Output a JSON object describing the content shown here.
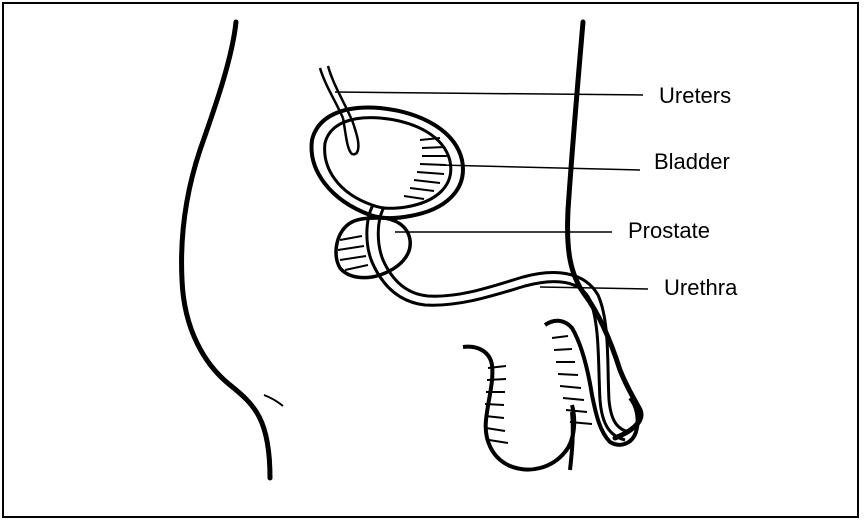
{
  "labels": {
    "ureters": "Ureters",
    "bladder": "Bladder",
    "prostate": "Prostate",
    "urethra": "Urethra"
  },
  "colors": {
    "ink": "#000000",
    "background": "#ffffff"
  }
}
